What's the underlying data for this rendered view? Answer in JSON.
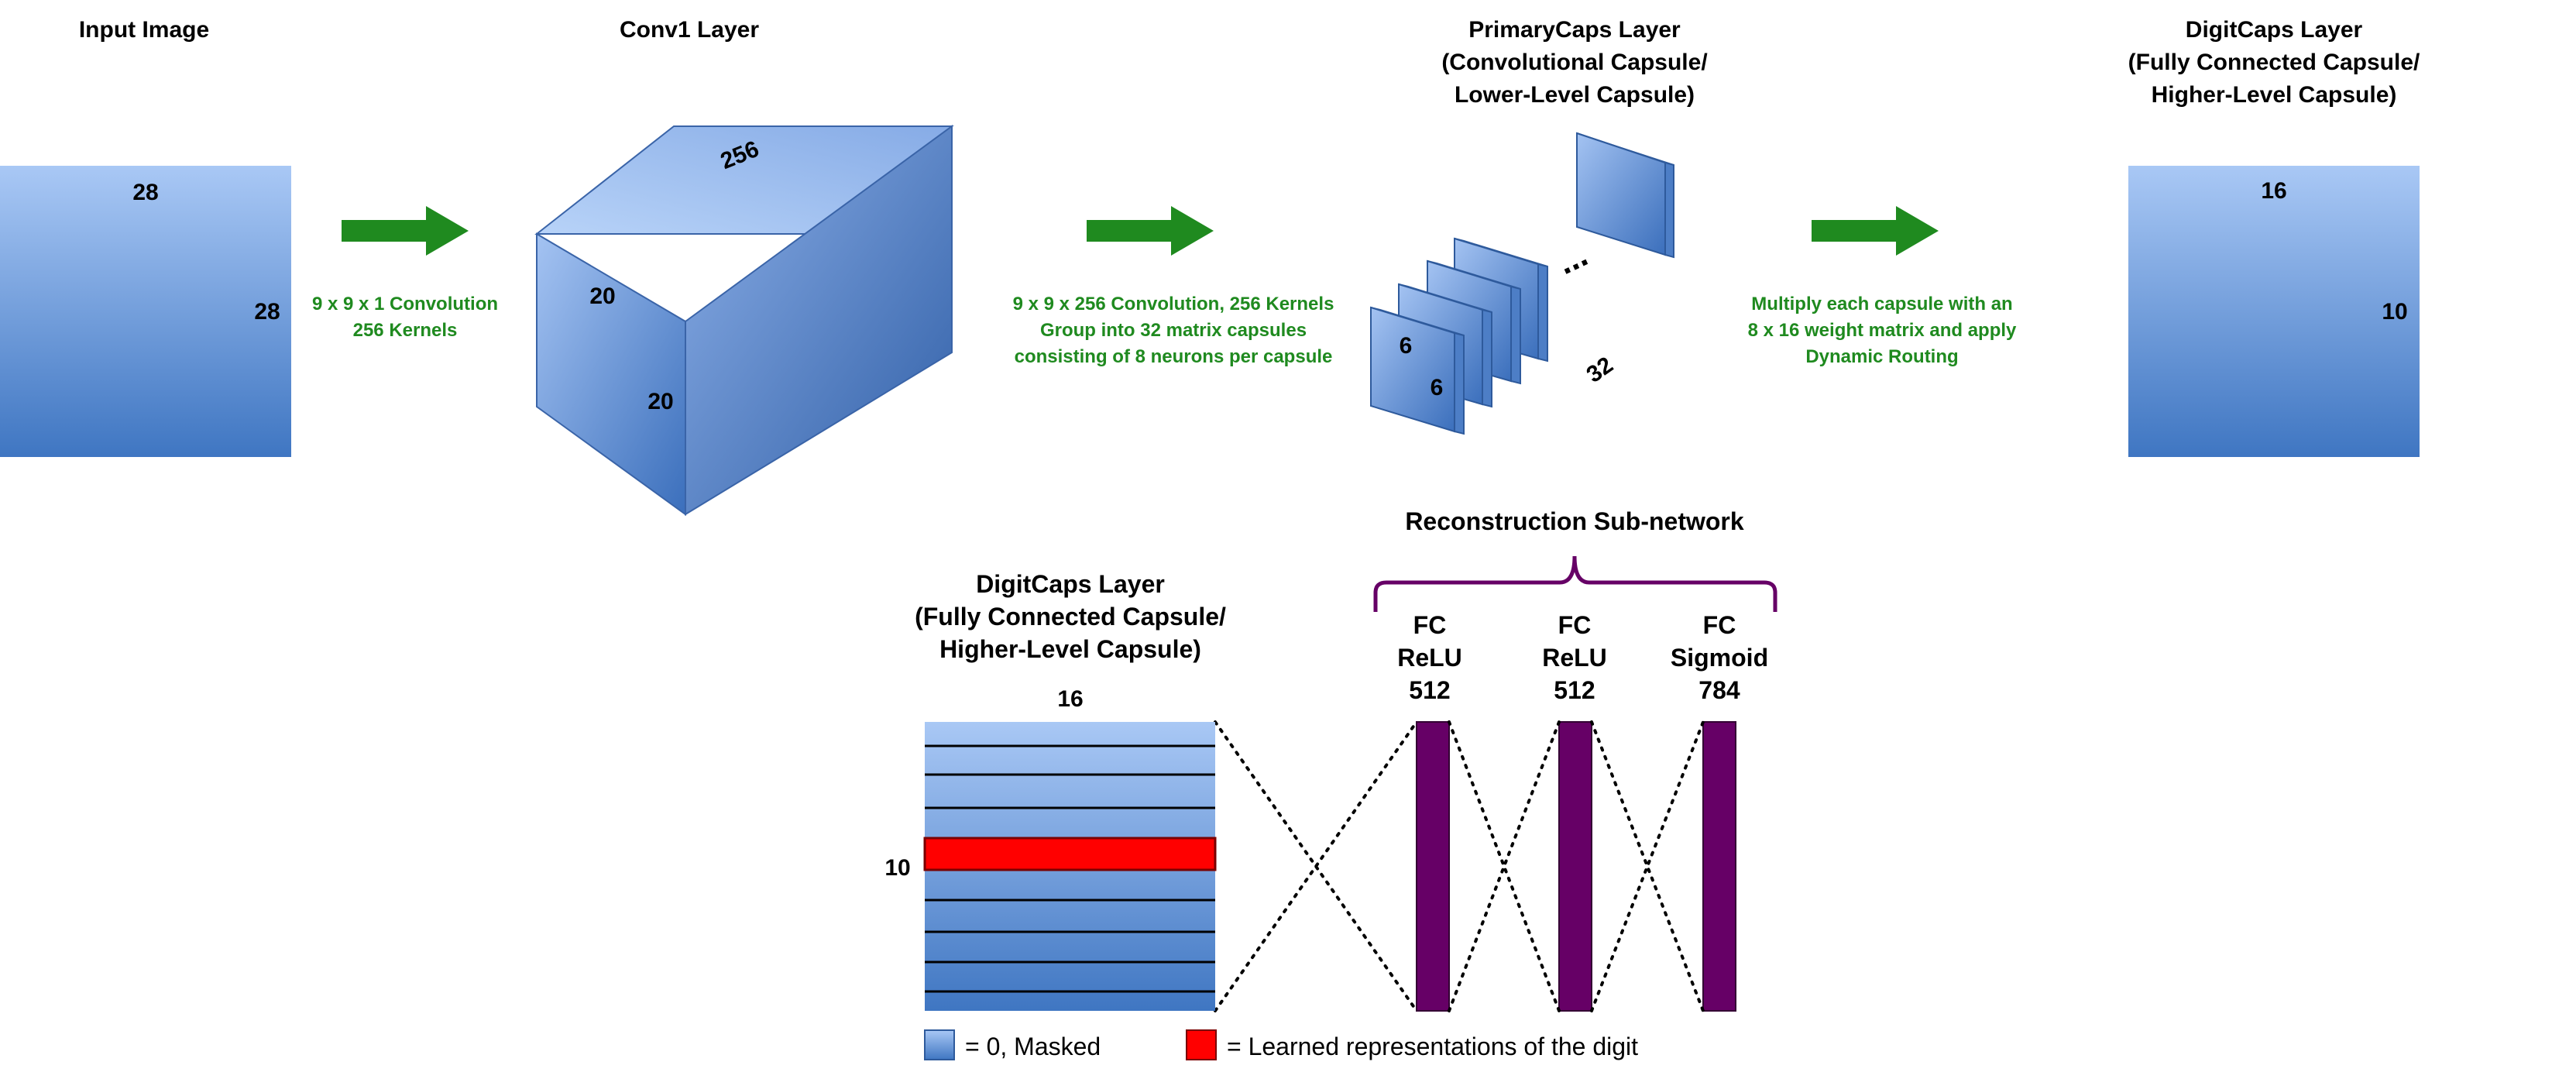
{
  "input": {
    "title": "Input Image",
    "width": "28",
    "height": "28"
  },
  "step1": {
    "line1": "9 x 9 x 1 Convolution",
    "line2": "256 Kernels"
  },
  "conv1": {
    "title": "Conv1 Layer",
    "depth": "256",
    "width": "20",
    "height": "20"
  },
  "step2": {
    "line1": "9 x 9 x 256 Convolution, 256 Kernels",
    "line2": "Group into 32 matrix capsules",
    "line3": "consisting of 8 neurons per capsule"
  },
  "primary": {
    "title1": "PrimaryCaps Layer",
    "title2": "(Convolutional Capsule/",
    "title3": "Lower-Level Capsule)",
    "width": "6",
    "height": "6",
    "ellipsis": "...",
    "count": "32"
  },
  "step3": {
    "line1": "Multiply each capsule with an",
    "line2": "8 x 16 weight matrix and apply",
    "line3": "Dynamic Routing"
  },
  "digitcaps": {
    "title1": "DigitCaps Layer",
    "title2": "(Fully Connected Capsule/",
    "title3": "Higher-Level Capsule)",
    "width": "16",
    "height": "10"
  },
  "recon": {
    "title": "Reconstruction Sub-network",
    "layers": [
      {
        "l1": "FC",
        "l2": "ReLU",
        "l3": "512"
      },
      {
        "l1": "FC",
        "l2": "ReLU",
        "l3": "512"
      },
      {
        "l1": "FC",
        "l2": "Sigmoid",
        "l3": "784"
      }
    ]
  },
  "digitcaps2": {
    "title1": "DigitCaps Layer",
    "title2": "(Fully Connected Capsule/",
    "title3": "Higher-Level Capsule)",
    "width": "16",
    "height": "10"
  },
  "legend": {
    "masked": "= 0, Masked",
    "learned": "= Learned representations of the digit"
  },
  "colors": {
    "blue": "#8fb4ea",
    "green": "#1f8a1f",
    "purple": "#660066",
    "red": "#ff0000"
  }
}
